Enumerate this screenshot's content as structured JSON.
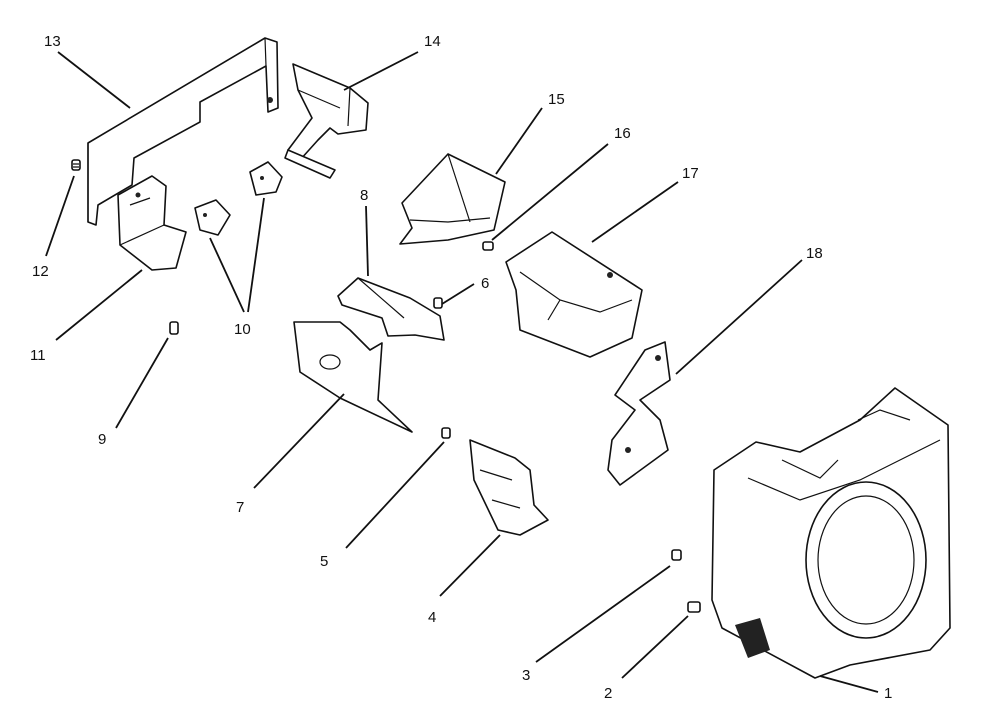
{
  "diagram": {
    "labels": {
      "p1": "1",
      "p2": "2",
      "p3": "3",
      "p4": "4",
      "p5": "5",
      "p6": "6",
      "p7": "7",
      "p8": "8",
      "p9": "9",
      "p10": "10",
      "p11": "11",
      "p12": "12",
      "p13": "13",
      "p14": "14",
      "p15": "15",
      "p16": "16",
      "p17": "17",
      "p18": "18"
    }
  }
}
